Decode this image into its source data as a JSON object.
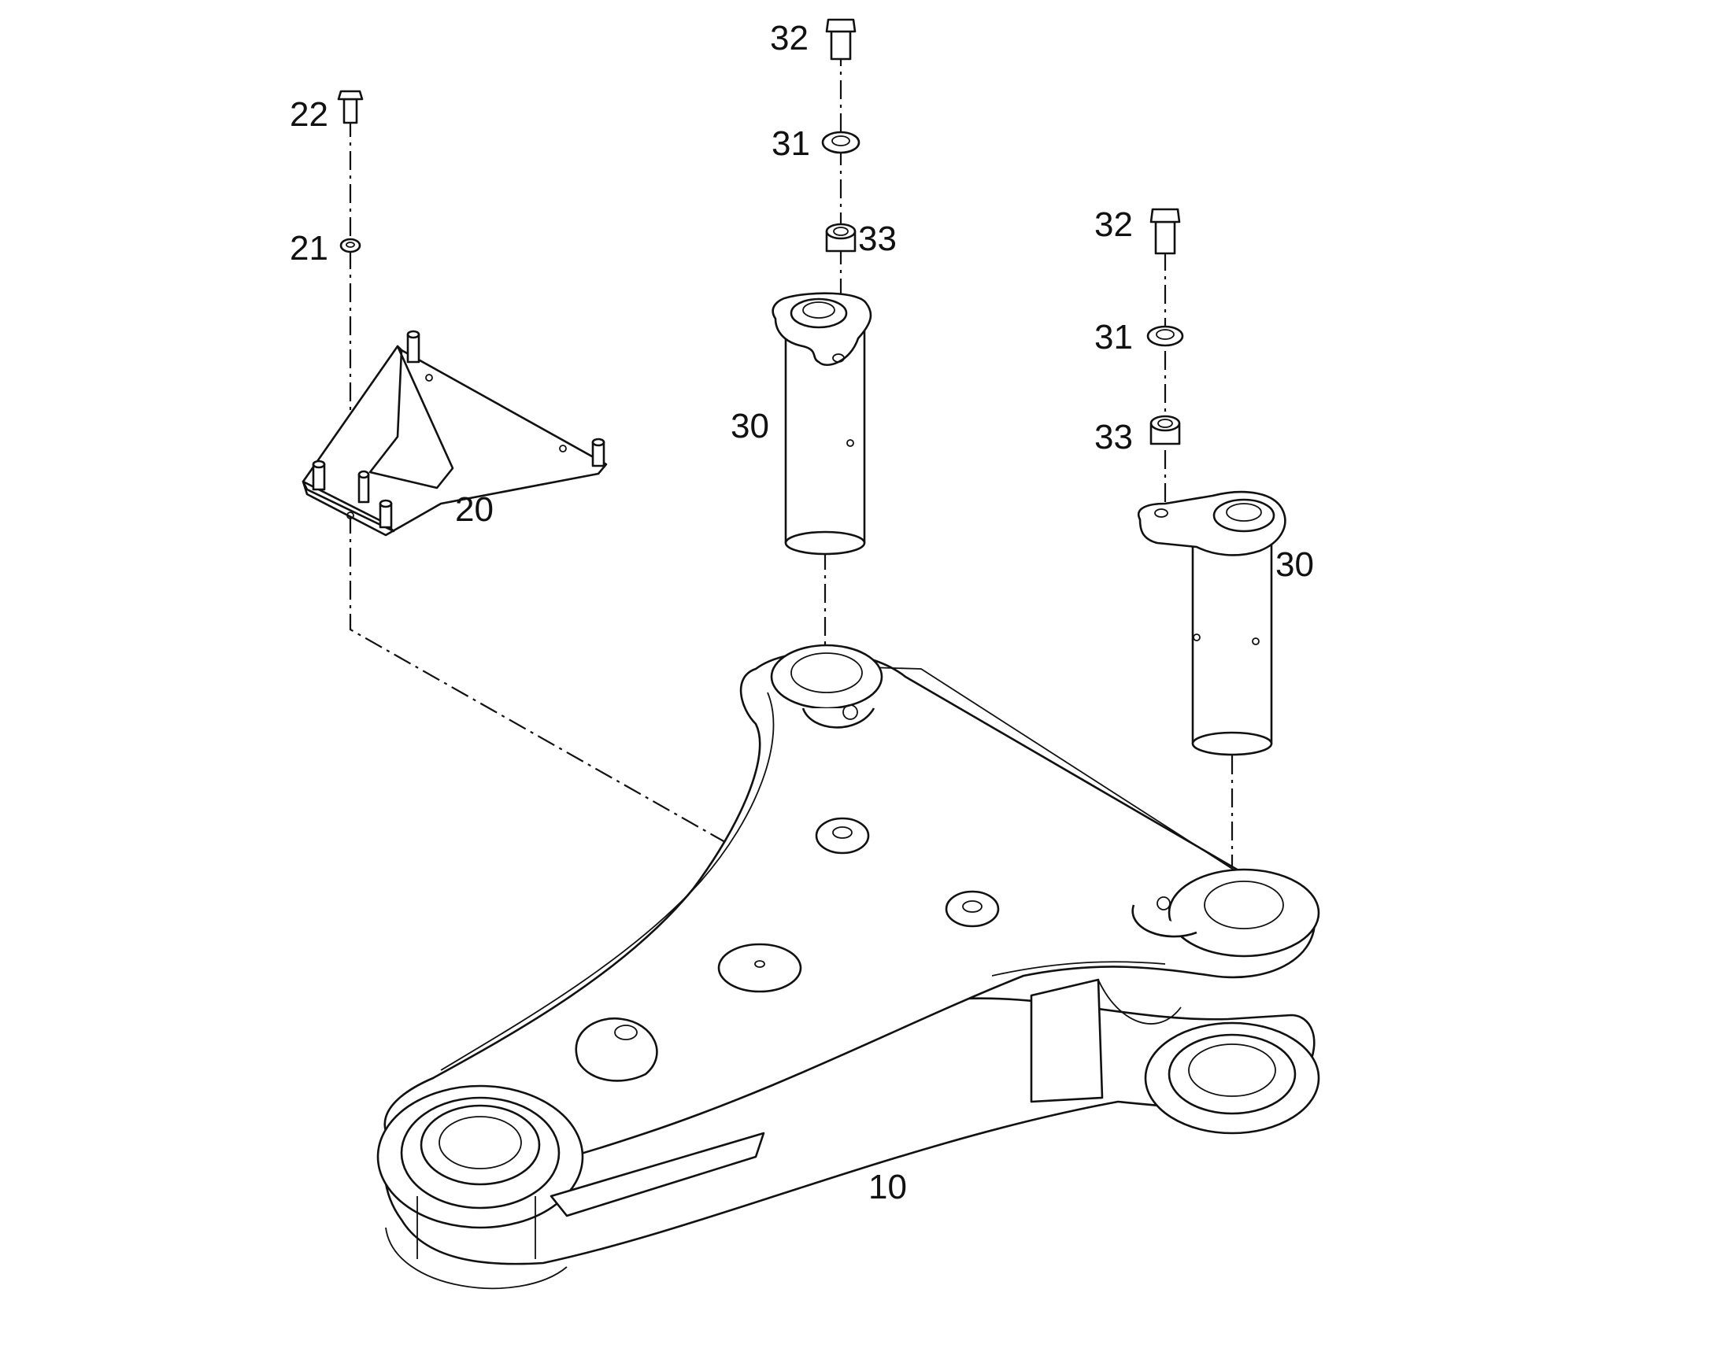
{
  "diagram": {
    "callouts": [
      {
        "id": "c32a",
        "text": "32"
      },
      {
        "id": "c31a",
        "text": "31"
      },
      {
        "id": "c33a",
        "text": "33"
      },
      {
        "id": "c30a",
        "text": "30"
      },
      {
        "id": "c22",
        "text": "22"
      },
      {
        "id": "c21",
        "text": "21"
      },
      {
        "id": "c20",
        "text": "20"
      },
      {
        "id": "c32b",
        "text": "32"
      },
      {
        "id": "c31b",
        "text": "31"
      },
      {
        "id": "c33b",
        "text": "33"
      },
      {
        "id": "c30b",
        "text": "30"
      },
      {
        "id": "c10",
        "text": "10"
      }
    ]
  }
}
